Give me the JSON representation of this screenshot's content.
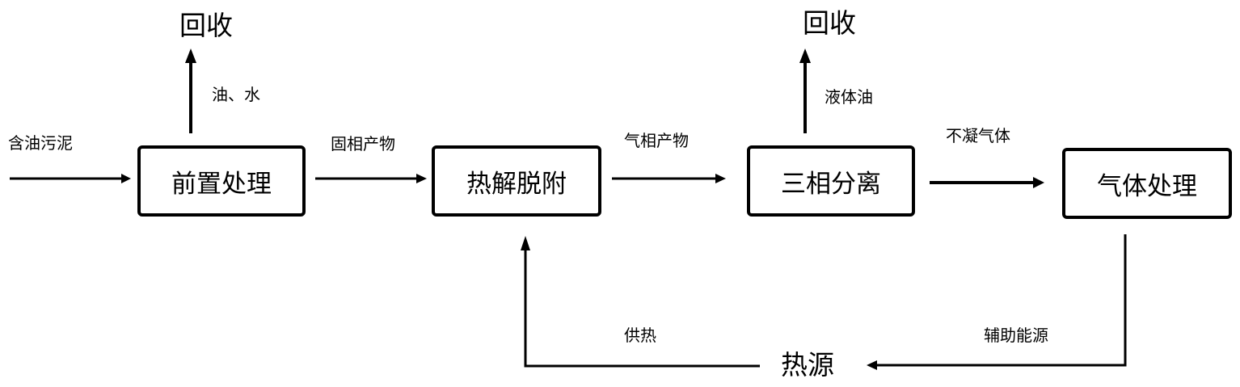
{
  "nodes": {
    "pretreat": "前置处理",
    "pyrolysis": "热解脱附",
    "separation": "三相分离",
    "gas": "气体处理"
  },
  "outputs": {
    "recover_left": "回收",
    "recover_right": "回收",
    "heat_source": "热源"
  },
  "edge_labels": {
    "input": "含油污泥",
    "oil_water": "油、水",
    "solid": "固相产物",
    "gas_phase": "气相产物",
    "liquid_oil": "液体油",
    "noncond": "不凝气体",
    "heat_supply": "供热",
    "aux_energy": "辅助能源"
  },
  "colors": {
    "line": "#000000",
    "background": "#ffffff"
  }
}
